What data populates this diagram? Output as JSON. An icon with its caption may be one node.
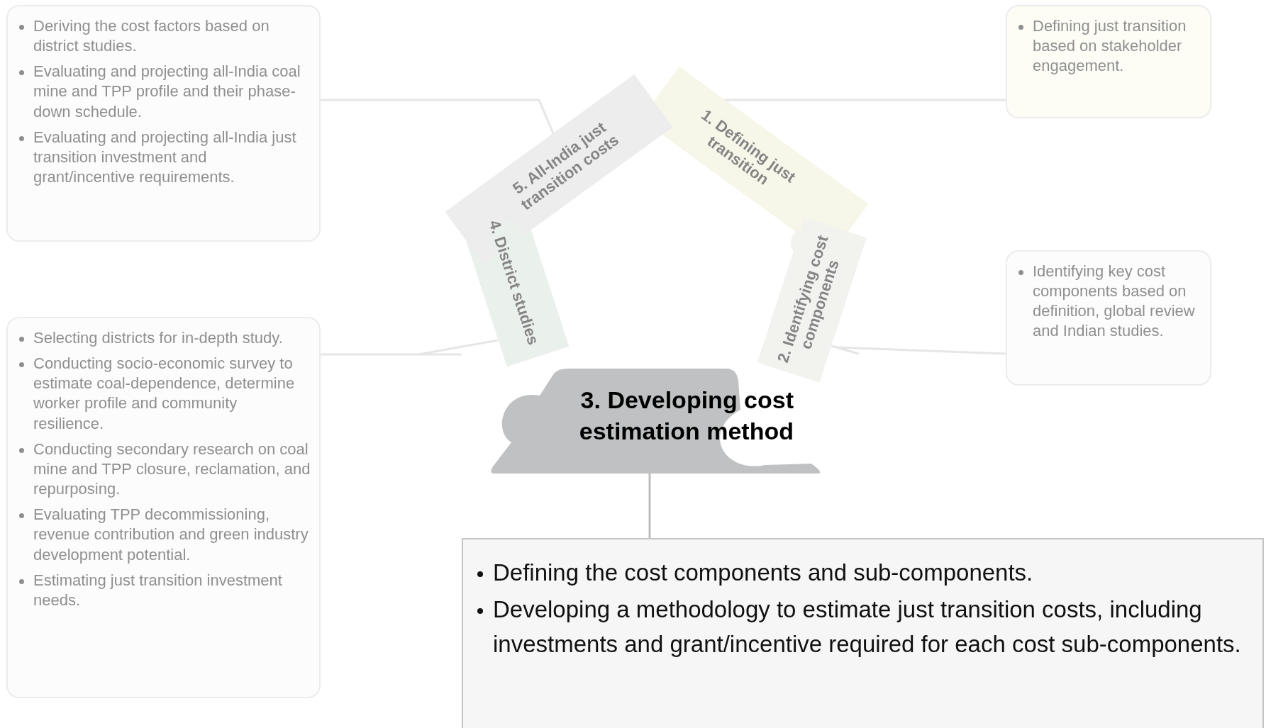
{
  "diagram": {
    "nodes": [
      {
        "text": [
          "1. Defining just transition"
        ]
      },
      {
        "text": [
          "Defining just transition based on stakeholder engagement."
        ]
      },
      {
        "text": [
          "2. Identifying cost components"
        ]
      },
      {
        "text": [
          "Identifying key cost components based on definition, global review and Indian studies."
        ]
      },
      {
        "text": [
          "3. Developing cost estimation method"
        ]
      },
      {
        "text": [
          "Defining the cost components and sub-components.",
          "Developing a methodology to estimate just transition costs, including investments and grant/incentive required for each cost sub-components."
        ]
      },
      {
        "text": [
          "4. District studies"
        ]
      },
      {
        "text": [
          "Selecting districts for in-depth study.",
          "Conducting socio-economic survey to estimate coal-dependence, determine worker profile and community resilience.",
          "Conducting secondary research on coal mine and TPP closure, reclamation, and repurposing.",
          "Evaluating TPP decommissioning, revenue contribution and green industry development potential.",
          "Estimating just transition investment needs."
        ]
      },
      {
        "text": [
          "5. All-India just transition costs"
        ]
      },
      {
        "text": [
          "Deriving the cost factors based on district studies.",
          "Evaluating and projecting all-India coal mine and TPP profile and their phase-down schedule.",
          "Evaluating and projecting all-India just transition investment and grant/incentive requirements."
        ]
      }
    ],
    "edges": [
      {
        "from": 0,
        "to": 1,
        "arrow": "none"
      },
      {
        "from": 2,
        "to": 3,
        "arrow": "none"
      },
      {
        "from": 4,
        "to": 5,
        "arrow": "none",
        "color": "#bdbdbd"
      },
      {
        "from": 6,
        "to": 7,
        "arrow": "none"
      },
      {
        "from": 8,
        "to": 9,
        "arrow": "none"
      }
    ]
  }
}
